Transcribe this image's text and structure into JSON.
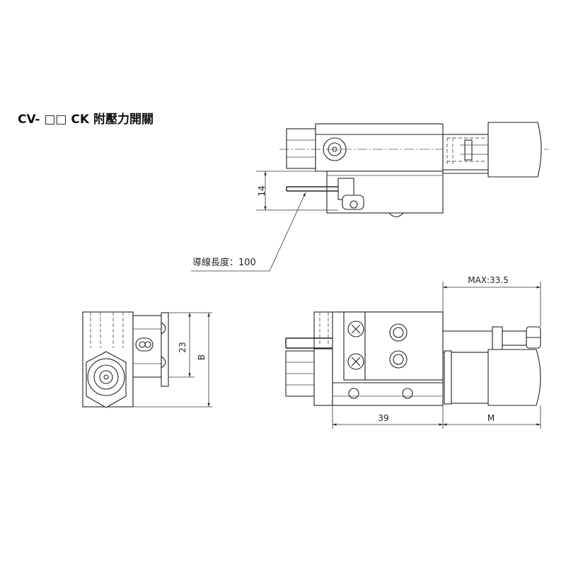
{
  "title": "CV- □□ CK 附壓力開關",
  "labels": {
    "wire_length": "導線長度：100",
    "max": "MAX:33.5"
  },
  "dimensions": {
    "d14": "14",
    "d23": "23",
    "dB": "B",
    "d39": "39",
    "dM": "M"
  }
}
